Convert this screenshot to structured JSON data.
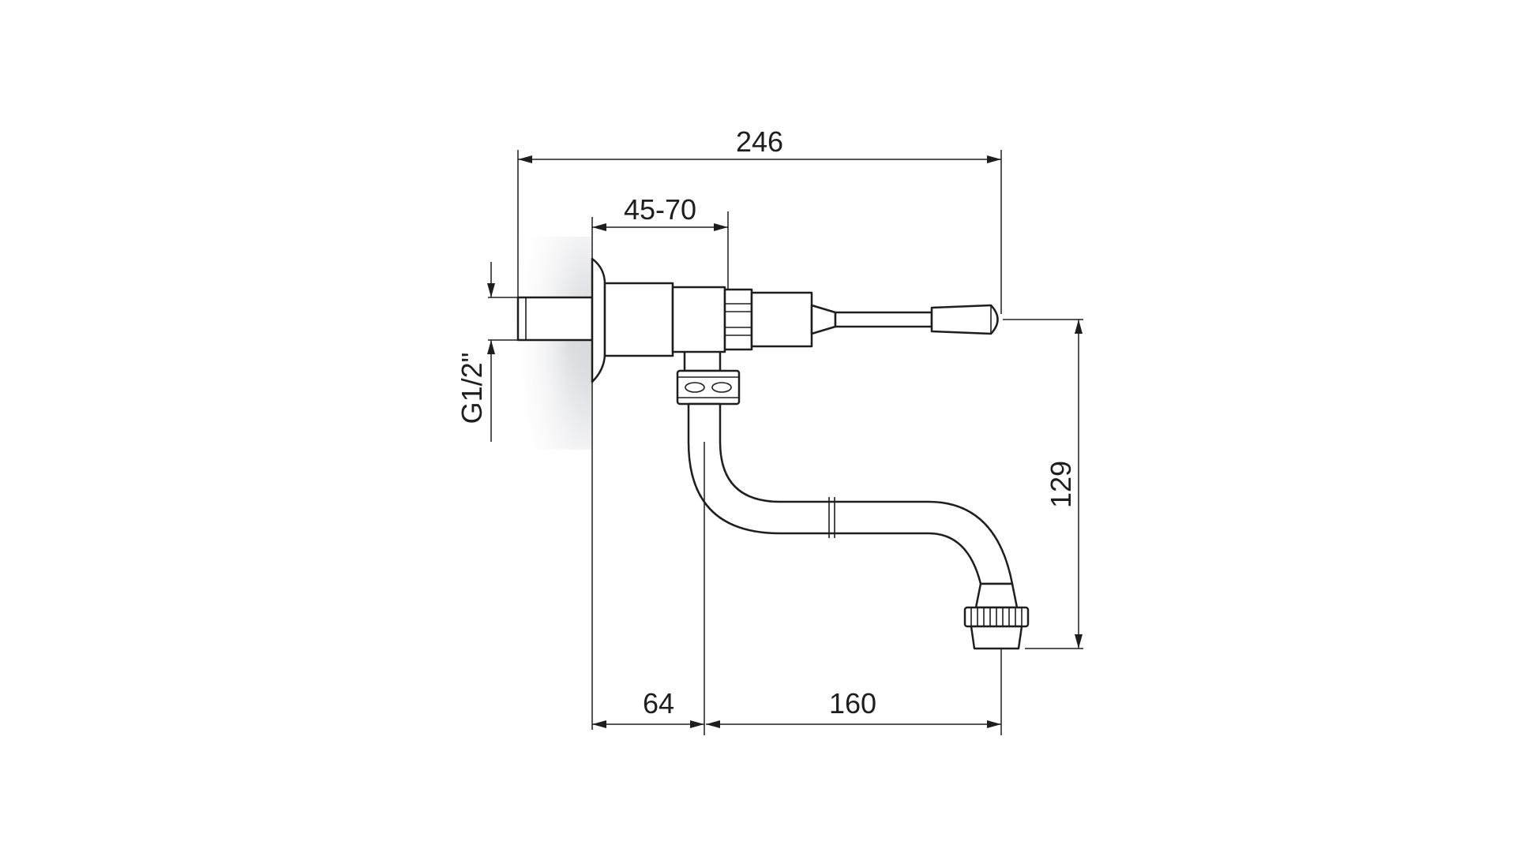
{
  "drawing": {
    "type": "technical dimension drawing",
    "subject": "wall-mounted tap with spout"
  },
  "dimensions": {
    "overall_length": "246",
    "wall_thickness": "45-70",
    "thread": "G1/2\"",
    "height": "129",
    "wall_to_spout": "64",
    "spout_reach": "160"
  },
  "colors": {
    "line": "#1e1e1e",
    "background": "#ffffff",
    "wall_shadow": "#b9bcc4"
  }
}
